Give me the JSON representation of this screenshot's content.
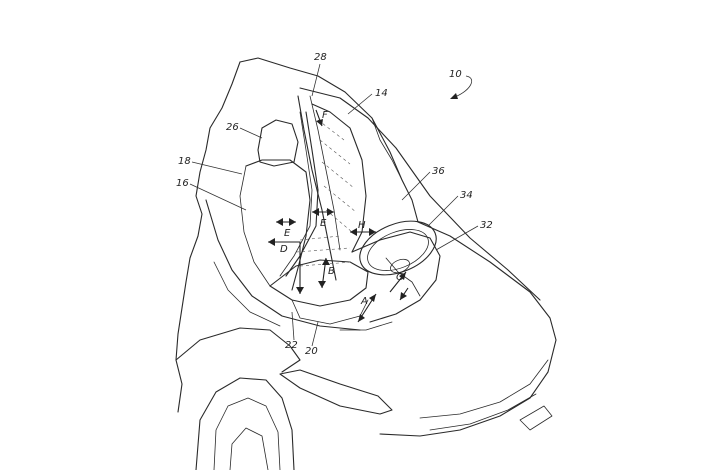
{
  "labels": {
    "ref_10": "10",
    "ref_14": "14",
    "ref_16": "16",
    "ref_18": "18",
    "ref_20": "20",
    "ref_22": "22",
    "ref_26": "26",
    "ref_28": "28",
    "ref_32": "32",
    "ref_34": "34",
    "ref_36": "36"
  },
  "directions": {
    "dir_A": "A",
    "dir_B": "B",
    "dir_D": "D",
    "dir_E_left": "E",
    "dir_E_right": "E",
    "dir_F": "F",
    "dir_G": "G",
    "dir_H": "H"
  }
}
